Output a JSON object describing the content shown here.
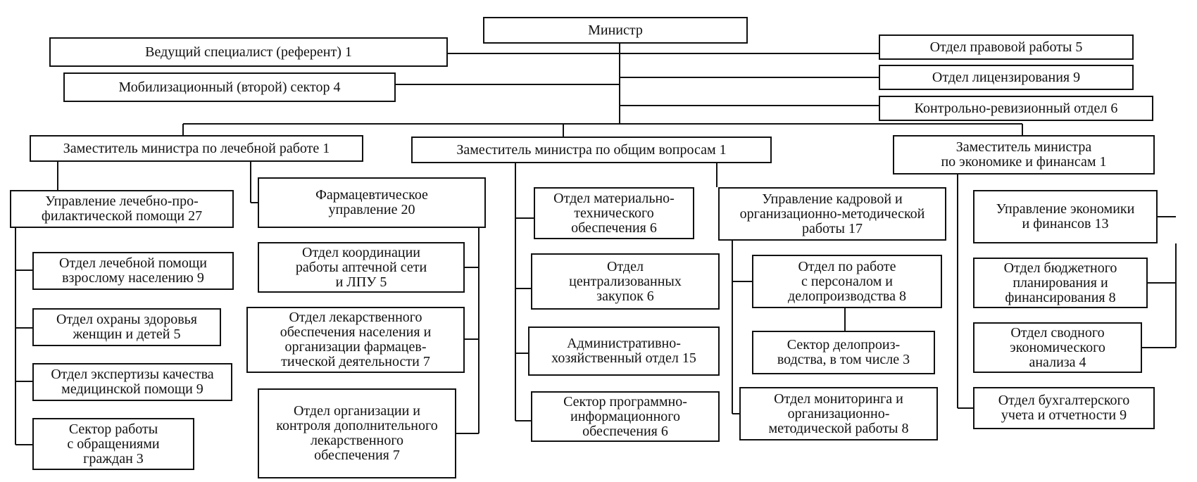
{
  "boxes": {
    "minister": "Министр",
    "lead_specialist": "Ведущий специалист (референт) 1",
    "mobilization_sector": "Мобилизационный (второй) сектор 4",
    "legal_dept": "Отдел правовой работы 5",
    "licensing_dept": "Отдел лицензирования 9",
    "audit_dept": "Контрольно-ревизионный отдел 6",
    "deputy_medical": "Заместитель министра по лечебной работе 1",
    "deputy_general": "Заместитель министра по общим вопросам 1",
    "deputy_economy": "Заместитель министра\nпо экономике и финансам 1",
    "prevention_dept": "Управление лечебно-про-\nфилактической помощи 27",
    "adult_care": "Отдел лечебной помощи\nвзрослому населению 9",
    "women_children": "Отдел охраны здоровья\nженщин и детей 5",
    "care_quality": "Отдел экспертизы качества\nмедицинской помощи 9",
    "citizen_appeals": "Сектор работы\nс обращениями\nграждан 3",
    "pharma_dept": "Фармацевтическое\nуправление 20",
    "pharmacy_coord": "Отдел координации\nработы аптечной сети\nи ЛПУ 5",
    "drug_supply": "Отдел лекарственного\nобеспечения населения и\nорганизации фармацев-\nтической деятельности 7",
    "additional_supply": "Отдел организации  и\nконтроля дополнительного\nлекарственного\nобеспечения 7",
    "material_supply": "Отдел материально-\nтехнического\nобеспечения 6",
    "procurement": "Отдел\nцентрализованных\nзакупок 6",
    "admin_dept": "Административно-\nхозяйственный отдел 15",
    "it_sector": "Сектор программно-\nинформационного\nобеспечения 6",
    "hr_dept": "Управление кадровой и\nорганизационно-методической\nработы 17",
    "personnel_office": "Отдел по работе\nс персоналом и\nделопроизводства 8",
    "records_sector": "Сектор делопроиз-\nводства, в том числе 3",
    "monitoring_dept": "Отдел мониторинга и\nорганизационно-\nметодической работы 8",
    "economy_dept": "Управление экономики\nи финансов 13",
    "budget_dept": "Отдел бюджетного\nпланирования и\nфинансирования 8",
    "analysis_dept": "Отдел сводного\nэкономического\nанализа 4",
    "accounting_dept": "Отдел бухгалтерского\nучета и отчетности  9"
  },
  "colors": {
    "stroke": "#111111",
    "background": "#ffffff"
  }
}
